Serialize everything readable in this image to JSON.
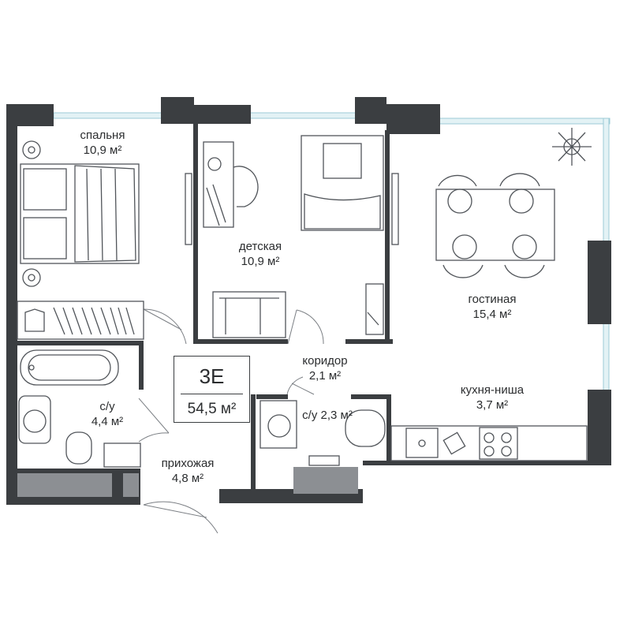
{
  "colors": {
    "wall": "#3b3e41",
    "glass": "#dceff3",
    "furniture": "#51555a",
    "fill_dark": "#8c8f93"
  },
  "apartment": {
    "code": "3E",
    "area": "54,5 м²"
  },
  "rooms": [
    {
      "id": "bedroom",
      "name": "спальня",
      "area": "10,9 м²"
    },
    {
      "id": "kids",
      "name": "детская",
      "area": "10,9 м²"
    },
    {
      "id": "living",
      "name": "гостиная",
      "area": "15,4 м²"
    },
    {
      "id": "corridor",
      "name": "коридор",
      "area": "2,1 м²"
    },
    {
      "id": "bath1",
      "name": "с/у",
      "area": "4,4 м²"
    },
    {
      "id": "bath2",
      "name": "с/у",
      "area": "2,3 м²"
    },
    {
      "id": "kitchen",
      "name": "кухня-ниша",
      "area": "3,7 м²"
    },
    {
      "id": "hall",
      "name": "прихожая",
      "area": "4,8 м²"
    }
  ]
}
